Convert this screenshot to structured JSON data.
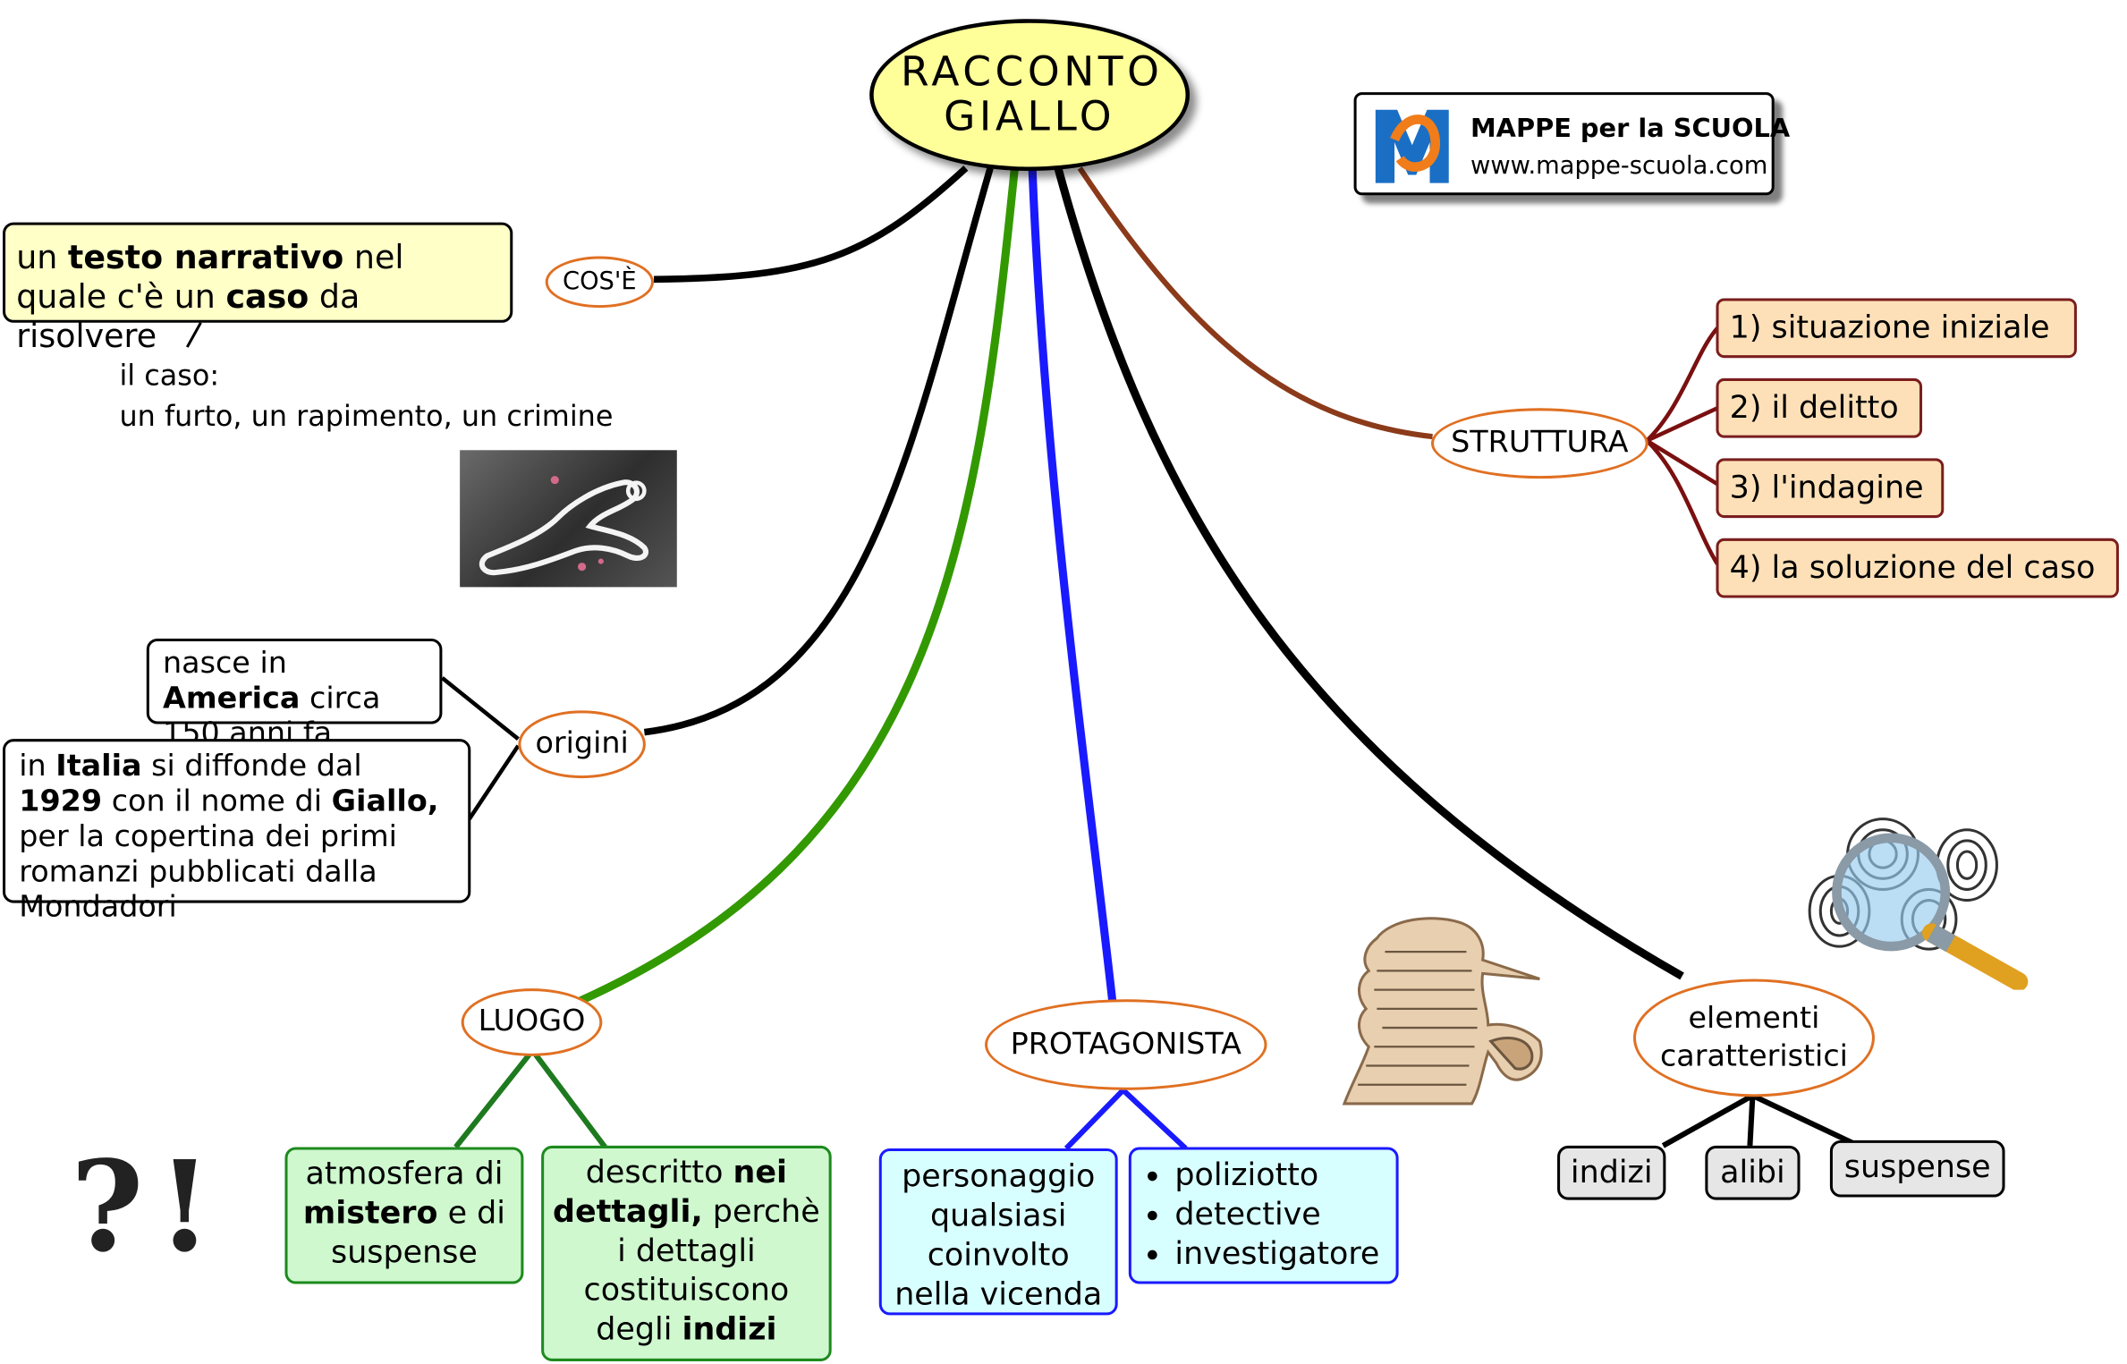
{
  "title": "RACCONTO GIALLO",
  "logo": {
    "line1": "MAPPE per la SCUOLA",
    "line2": "www.mappe-scuola.com",
    "icon": "m-logo"
  },
  "cose": {
    "label": "COS'È",
    "definition": [
      "un ",
      "testo narrativo",
      " nel quale c'è un ",
      "caso",
      " da risolvere"
    ],
    "note_line1": "il caso:",
    "note_line2": "un furto, un rapimento, un crimine",
    "image": "chalk-body-outline-image"
  },
  "origini": {
    "label": "origini",
    "box1": [
      "nasce in ",
      "America",
      " circa 150 anni fa"
    ],
    "box2": [
      "in ",
      "Italia",
      " si diffonde dal ",
      "1929",
      " con il nome di ",
      "Giallo,",
      " per la copertina dei primi romanzi pubblicati dalla Mondadori"
    ]
  },
  "struttura": {
    "label": "STRUTTURA",
    "items": [
      "1) situazione iniziale",
      "2) il delitto",
      "3) l'indagine",
      "4) la soluzione del caso"
    ]
  },
  "luogo": {
    "label": "LUOGO",
    "box1": [
      "atmosfera di ",
      "mistero",
      " e di suspense"
    ],
    "box2": [
      "descritto ",
      "nei dettagli,",
      " perchè i dettagli costituiscono degli ",
      "indizi"
    ]
  },
  "protagonista": {
    "label": "PROTAGONISTA",
    "description": "personaggio qualsiasi coinvolto nella vicenda",
    "list": [
      "poliziotto",
      "detective",
      "investigatore"
    ]
  },
  "elementi": {
    "label": "elementi caratteristici",
    "items": [
      "indizi",
      "alibi",
      "suspense"
    ]
  },
  "decor": {
    "question_exclaim": "?!",
    "detective_icon": "detective-silhouette-icon",
    "magnifier_icon": "magnifier-fingerprint-icon"
  },
  "colors": {
    "title_fill": "#ffff99",
    "oval_border": "#e07022",
    "struttura_branch": "#8b3a1a",
    "luogo_branch": "#339900",
    "protagonista_branch": "#1a1aff"
  }
}
